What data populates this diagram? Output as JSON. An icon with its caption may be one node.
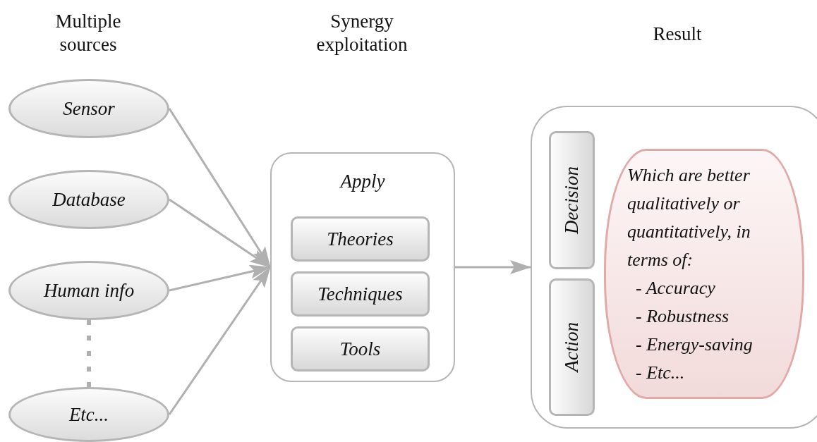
{
  "diagram": {
    "nodes": [
      {
        "text": [
          "Sensor"
        ]
      },
      {
        "text": [
          "Database"
        ]
      },
      {
        "text": [
          "Human info"
        ]
      },
      {
        "text": [
          "Etc..."
        ]
      },
      {
        "text": [
          "Apply"
        ]
      },
      {
        "text": [
          "Theories"
        ],
        "in": 4
      },
      {
        "text": [
          "Techniques"
        ],
        "in": 4
      },
      {
        "text": [
          "Tools"
        ],
        "in": 4
      },
      {
        "text": [],
        "shape": "box"
      },
      {
        "text": [
          "Decision"
        ],
        "in": 8
      },
      {
        "text": [
          "Action"
        ],
        "in": 8
      },
      {
        "text": [
          "Which are better qualitatively or quantitatively, in terms of:",
          "- Accuracy",
          "- Robustness",
          "- Energy-saving",
          "- Etc..."
        ],
        "in": 8
      }
    ],
    "edges": [
      {
        "from": 0,
        "to": 4,
        "arrow": "to"
      },
      {
        "from": 1,
        "to": 4,
        "arrow": "to"
      },
      {
        "from": 2,
        "to": 4,
        "arrow": "to"
      },
      {
        "from": 3,
        "to": 4,
        "arrow": "to"
      },
      {
        "from": 4,
        "to": 8,
        "arrow": "to"
      },
      {
        "from": 2,
        "to": 3,
        "arrow": "none",
        "style": "dashed"
      }
    ],
    "labels": [
      "Multiple sources",
      "Synergy exploitation",
      "Result"
    ]
  }
}
